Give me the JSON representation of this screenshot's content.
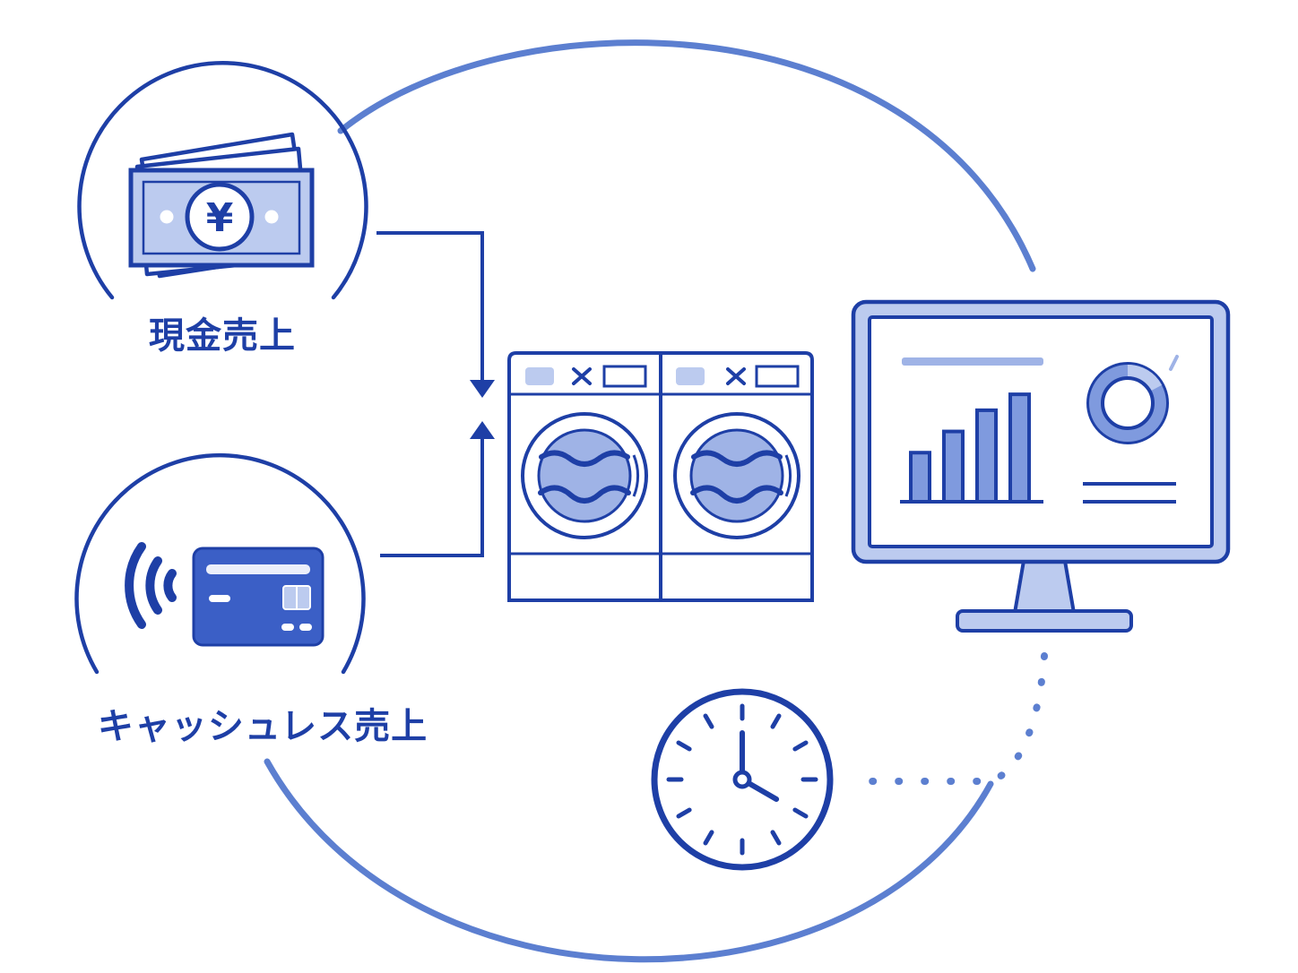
{
  "labels": {
    "cash_sales": "現金売上",
    "cashless_sales": "キャッシュレス売上"
  },
  "icons": {
    "currency_symbol": "¥"
  },
  "colors": {
    "primary": "#1e3fa6",
    "secondary": "#5c7fd0",
    "fill_light": "#bccbef",
    "fill_mid": "#7f9ade"
  },
  "clock": {
    "hour": 4,
    "minute": 0
  },
  "dashboard": {
    "bar_values": [
      0.37,
      0.53,
      0.69,
      0.81
    ]
  }
}
